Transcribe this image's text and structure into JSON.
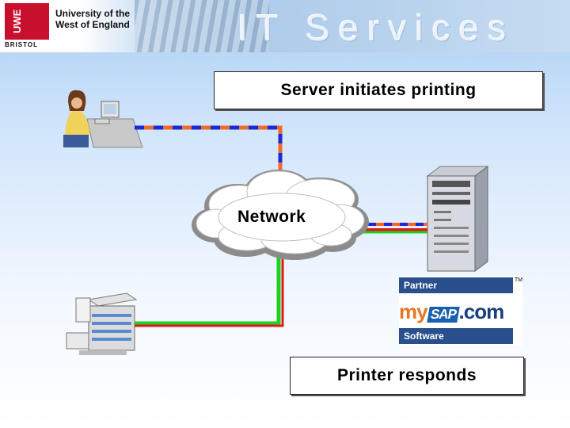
{
  "banner": {
    "logo_abbrev": "UWE",
    "logo_city": "BRISTOL",
    "logo_line1": "University of the",
    "logo_line2": "West of England",
    "title": "IT Services"
  },
  "diagram": {
    "server_label": "Server initiates printing",
    "network_label": "Network",
    "printer_label": "Printer responds",
    "sap_partner": "Partner",
    "sap_my": "my",
    "sap_mark": "SAP",
    "sap_com": ".com",
    "sap_software": "Software",
    "sap_tm": "TM"
  },
  "colors": {
    "dash_blue": "#1a2bd6",
    "dash_orange": "#f26a2a",
    "line_red": "#e01818",
    "line_green": "#1fd11f",
    "sap_blue": "#2a4f8d"
  }
}
